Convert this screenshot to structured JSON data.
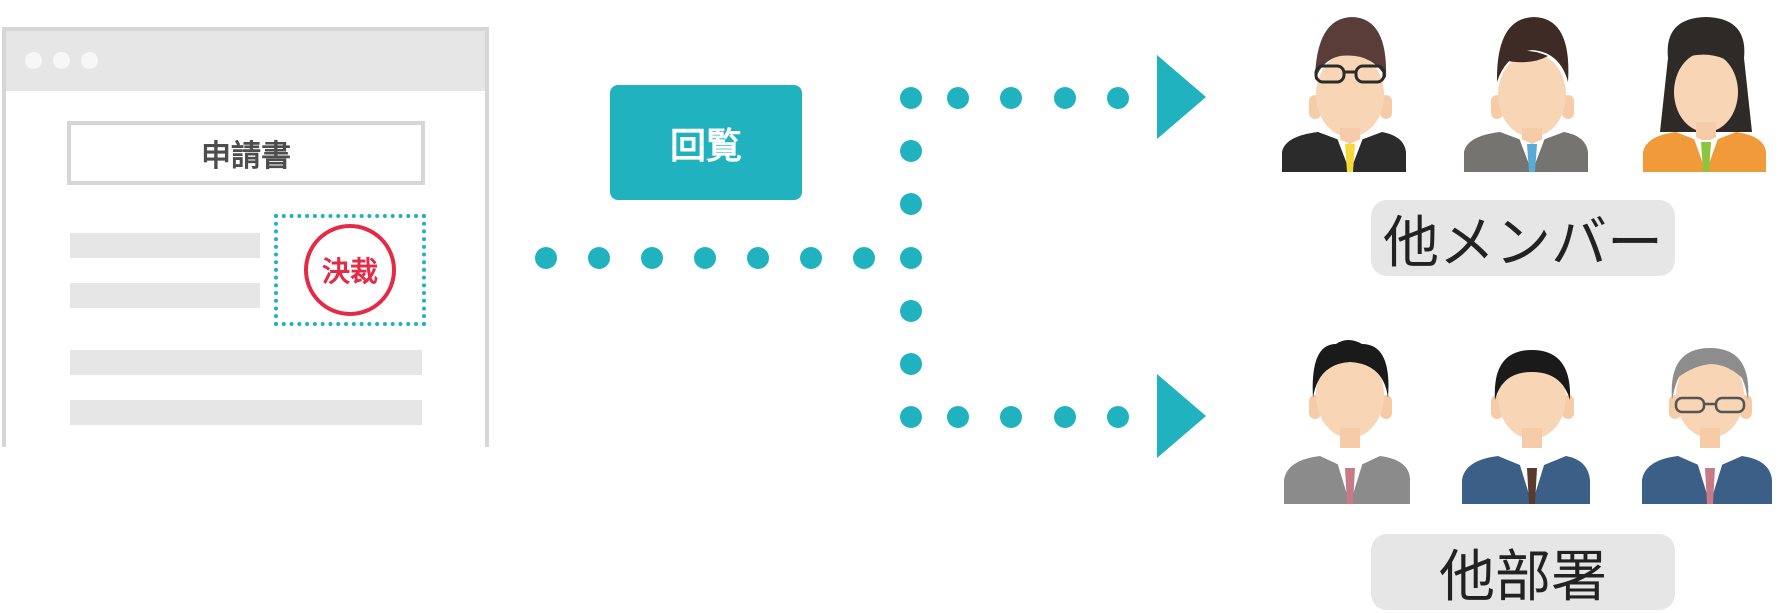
{
  "document": {
    "title": "申請書",
    "stamp": "決裁"
  },
  "action": {
    "label": "回覧"
  },
  "groups": [
    {
      "label": "他メンバー"
    },
    {
      "label": "他部署"
    }
  ],
  "colors": {
    "accent": "#20b2bf",
    "stamp": "#e42a46",
    "frame": "#d6d6d6",
    "bar": "#e6e6e6"
  }
}
